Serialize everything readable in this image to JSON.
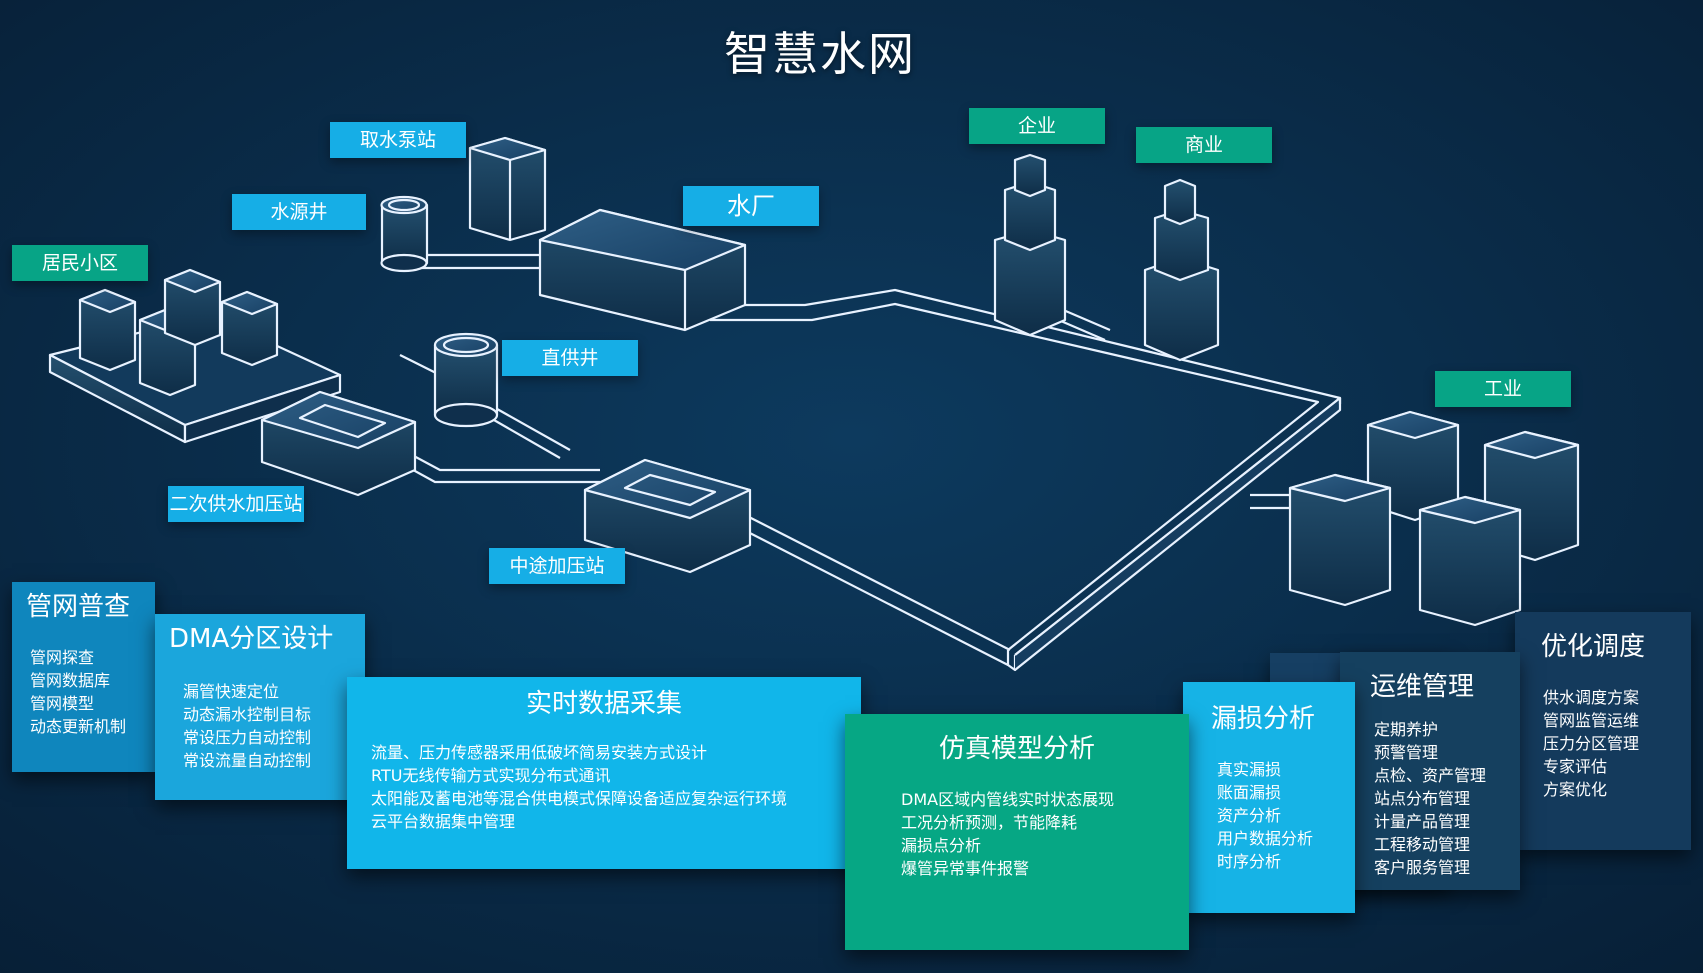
{
  "title": "智慧水网",
  "labels": {
    "qushui_bengzhan": "取水泵站",
    "shuiyuan_jing": "水源井",
    "shuichang": "水厂",
    "jumin_xiaoqu": "居民小区",
    "zhigong_jing": "直供井",
    "erci_gongshui": "二次供水加压站",
    "zhongtu_jiayazhan": "中途加压站",
    "qiye": "企业",
    "shangye": "商业",
    "gongye": "工业"
  },
  "cards": {
    "guanwang_pucha": {
      "title": "管网普查",
      "items": [
        "管网探查",
        "管网数据库",
        "管网模型",
        "动态更新机制"
      ]
    },
    "dma_fenqu": {
      "title": "DMA分区设计",
      "items": [
        "漏管快速定位",
        "动态漏水控制目标",
        "常设压力自动控制",
        "常设流量自动控制"
      ]
    },
    "shishi_shuju": {
      "title": "实时数据采集",
      "items": [
        "流量、压力传感器采用低破坏简易安装方式设计",
        "RTU无线传输方式实现分布式通讯",
        "太阳能及蓄电池等混合供电模式保障设备适应复杂运行环境",
        "云平台数据集中管理"
      ]
    },
    "fangzhen_moxing": {
      "title": "仿真模型分析",
      "items": [
        "DMA区域内管线实时状态展现",
        "工况分析预测，节能降耗",
        "漏损点分析",
        "爆管异常事件报警"
      ]
    },
    "lousun_fenxi": {
      "title": "漏损分析",
      "items": [
        "真实漏损",
        "账面漏损",
        "资产分析",
        "用户数据分析",
        "时序分析"
      ]
    },
    "yunwei_guanli": {
      "title": "运维管理",
      "items": [
        "定期养护",
        "预警管理",
        "点检、资产管理",
        "站点分布管理",
        "计量产品管理",
        "工程移动管理",
        "客户服务管理"
      ]
    },
    "youhua_diaodu": {
      "title": "优化调度",
      "items": [
        "供水调度方案",
        "管网监管运维",
        "压力分区管理",
        "专家评估",
        "方案优化"
      ]
    }
  },
  "colors": {
    "background": "#0a3050",
    "label_blue": "#16aee6",
    "label_green": "#07a486",
    "pipe_line": "#e8f2ff"
  }
}
